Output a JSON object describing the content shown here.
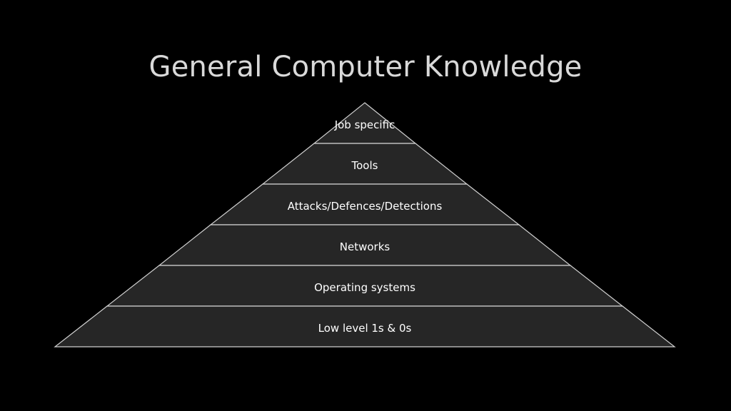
{
  "slide": {
    "title": "General Computer Knowledge"
  },
  "pyramid": {
    "layers_top_to_bottom": [
      "Job specific",
      "Tools",
      "Attacks/Defences/Detections",
      "Networks",
      "Operating systems",
      "Low level 1s & 0s"
    ]
  },
  "colors": {
    "background": "#000000",
    "title_text": "#d9d9d9",
    "layer_fill": "#262626",
    "layer_outline": "#d0d0d0",
    "layer_text": "#ffffff"
  }
}
